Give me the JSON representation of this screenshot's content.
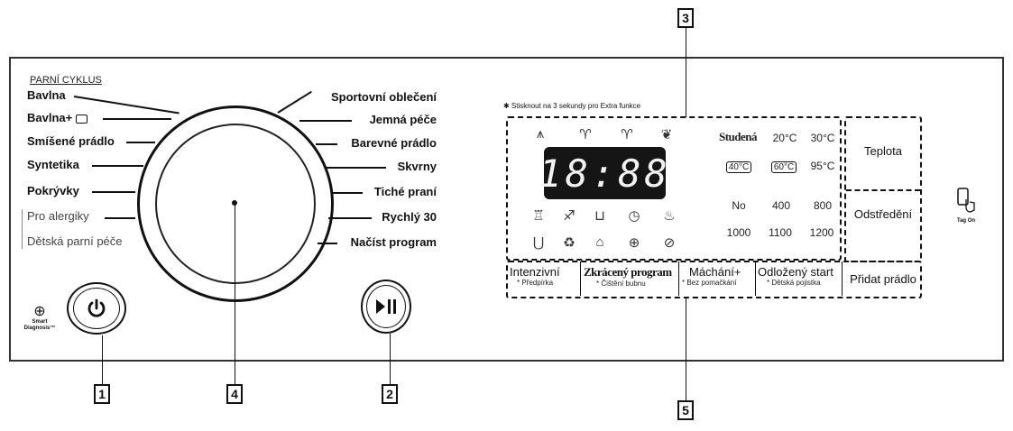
{
  "header_label": "PARNÍ CYKLUS",
  "programs_left": [
    "Bavlna",
    "Bavlna+",
    "Smíšené prádlo",
    "Syntetika",
    "Pokrývky",
    "Pro alergiky",
    "Dětská parní péče"
  ],
  "programs_right": [
    "Sportovní oblečení",
    "Jemná péče",
    "Barevné prádlo",
    "Skvrny",
    "Tiché praní",
    "Rychlý 30",
    "Načíst program"
  ],
  "smart_diagnosis": [
    "Smart",
    "Diagnosis™"
  ],
  "callouts": [
    "1",
    "2",
    "3",
    "4",
    "5"
  ],
  "display_note": "✱ Stisknout na 3 sekundy pro Extra funkce",
  "lcd_value": "18:88",
  "icons_row1": [
    "wash-icon",
    "shirt-icon",
    "shirt-icon",
    "prewash-icon"
  ],
  "icons_row2": [
    "tshirt-icon",
    "sportswear-icon",
    "tub-icon",
    "clock-icon",
    "steam-icon"
  ],
  "icons_row3": [
    "tub-clean-icon",
    "eco-icon",
    "iron-icon",
    "lock-icon",
    "no-wash-icon"
  ],
  "temperature": {
    "row1": [
      "Studená",
      "20°C",
      "30°C"
    ],
    "row2": [
      "40°C",
      "60°C",
      "95°C"
    ]
  },
  "spin": {
    "row1": [
      "No",
      "400",
      "800"
    ],
    "row2": [
      "1000",
      "1100",
      "1200"
    ]
  },
  "right_buttons": [
    "Teplota",
    "Odstředění"
  ],
  "functions": [
    {
      "main": "Intenzivní",
      "sub": "* Předpírka"
    },
    {
      "main": "Zkrácený program",
      "sub": "* Čištění bubnu"
    },
    {
      "main": "Máchání+",
      "sub": "* Bez pomačkání"
    },
    {
      "main": "Odložený start",
      "sub": "* Dětská pojistka"
    },
    {
      "main": "Přidat prádlo",
      "sub": ""
    }
  ],
  "tag_on": "Tag On"
}
